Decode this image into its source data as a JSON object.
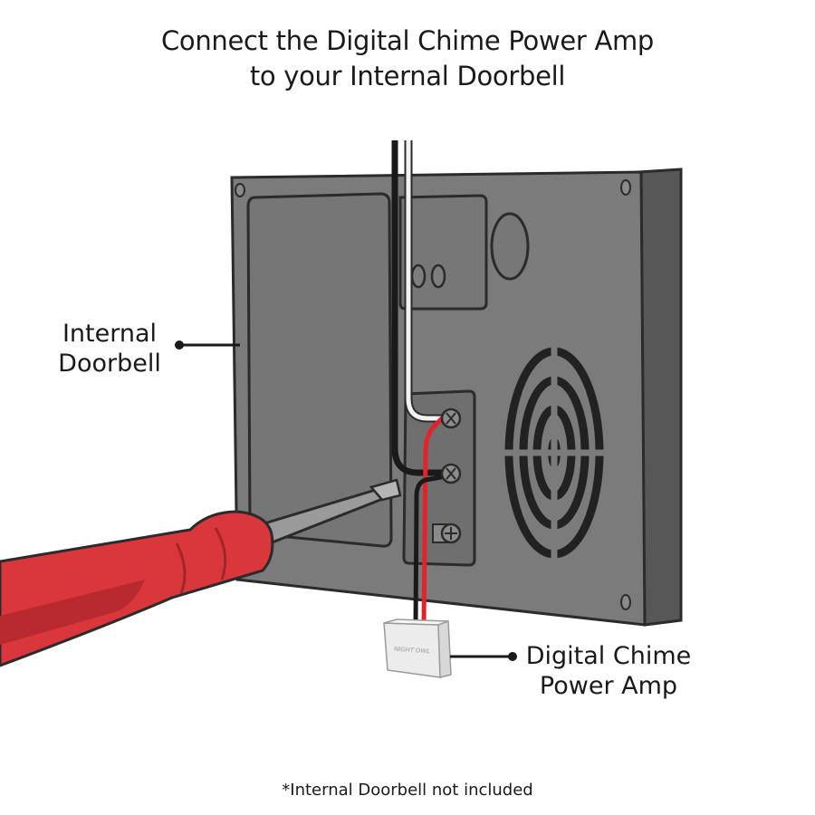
{
  "title": {
    "line1": "Connect the Digital Chime Power Amp",
    "line2": "to your Internal Doorbell"
  },
  "labels": {
    "doorbell": {
      "line1": "Internal",
      "line2": "Doorbell"
    },
    "amp": {
      "line1": "Digital Chime",
      "line2": "Power Amp"
    }
  },
  "amp_logo": "NIGHT OWL",
  "footnote": "*Internal Doorbell not included",
  "colors": {
    "doorbell_body": "#7a7a7a",
    "doorbell_side": "#5c5c5c",
    "screwdriver": "#d9373c",
    "wire_red": "#e0242a",
    "wire_black": "#1a1a1a"
  }
}
